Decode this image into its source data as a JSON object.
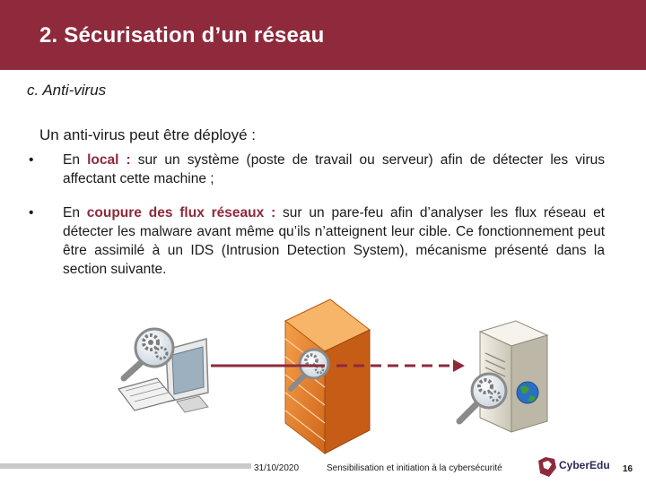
{
  "header": {
    "title": "2. Sécurisation d’un réseau"
  },
  "subtitle": "c. Anti-virus",
  "intro": "Un anti-virus peut être déployé :",
  "bullets": [
    {
      "mark": "•",
      "prefix": "En ",
      "highlight": "local :",
      "text": " sur un système (poste de travail ou serveur) afin de détecter les virus affectant cette machine ;"
    },
    {
      "mark": "•",
      "prefix": "En ",
      "highlight": "coupure des flux réseaux :",
      "text": " sur un pare-feu afin d’analyser les flux réseau et détecter les malware avant même qu’ils n’atteignent leur cible. Ce fonctionnement peut être assimilé à un IDS (Intrusion Detection System), mécanisme présenté dans la section suivante."
    }
  ],
  "diagram": {
    "icons": [
      "workstation-icon",
      "firewall-icon",
      "server-icon",
      "magnifier-gear-icon",
      "globe-icon"
    ],
    "colors": {
      "arrow": "#8e2a3c",
      "firewall": "#e07a1f"
    }
  },
  "footer": {
    "date": "31/10/2020",
    "text": "Sensibilisation et initiation à la cybersécurité",
    "logo": "CyberEdu",
    "page": "16"
  },
  "colors": {
    "header": "#8e2a3c",
    "accent": "#8e2a3c"
  }
}
